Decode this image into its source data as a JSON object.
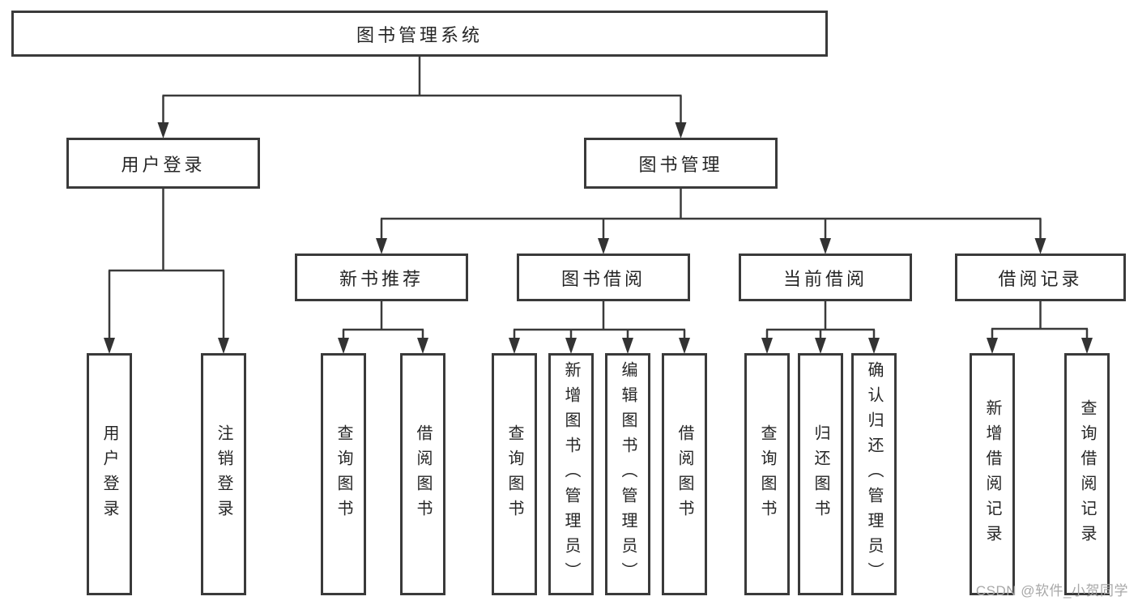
{
  "diagram": {
    "kind": "hierarchy-tree",
    "root_id": "root"
  },
  "colors": {
    "line": "#3a3a3a",
    "arrow_fill": "#333333",
    "box_border": "#3a3a3a",
    "box_background": "#ffffff",
    "text": "#262626",
    "watermark": "#a8a8a8",
    "page_background": "#ffffff"
  },
  "nodes": [
    {
      "id": "root",
      "label": "图书管理系统"
    },
    {
      "id": "user-login",
      "label": "用户登录"
    },
    {
      "id": "book-mgmt",
      "label": "图书管理"
    },
    {
      "id": "new-rec",
      "label": "新书推荐"
    },
    {
      "id": "book-borrow",
      "label": "图书借阅"
    },
    {
      "id": "curr-borrow",
      "label": "当前借阅"
    },
    {
      "id": "borrow-rec",
      "label": "借阅记录"
    },
    {
      "id": "leaf-login",
      "label": "用户登录"
    },
    {
      "id": "leaf-logout",
      "label": "注销登录"
    },
    {
      "id": "leaf-nr-query",
      "label": "查询图书"
    },
    {
      "id": "leaf-nr-borrow",
      "label": "借阅图书"
    },
    {
      "id": "leaf-bb-query",
      "label": "查询图书"
    },
    {
      "id": "leaf-bb-add",
      "label": "新增图书（管理员）"
    },
    {
      "id": "leaf-bb-edit",
      "label": "编辑图书（管理员）"
    },
    {
      "id": "leaf-bb-borrow",
      "label": "借阅图书"
    },
    {
      "id": "leaf-cb-query",
      "label": "查询图书"
    },
    {
      "id": "leaf-cb-return",
      "label": "归还图书"
    },
    {
      "id": "leaf-cb-confirm",
      "label": "确认归还（管理员）"
    },
    {
      "id": "leaf-br-add",
      "label": "新增借阅记录"
    },
    {
      "id": "leaf-br-query",
      "label": "查询借阅记录"
    }
  ],
  "edges": [
    {
      "from": "root",
      "to": [
        "user-login",
        "book-mgmt"
      ]
    },
    {
      "from": "book-mgmt",
      "to": [
        "new-rec",
        "book-borrow",
        "curr-borrow",
        "borrow-rec"
      ]
    },
    {
      "from": "user-login",
      "to": [
        "leaf-login",
        "leaf-logout"
      ]
    },
    {
      "from": "new-rec",
      "to": [
        "leaf-nr-query",
        "leaf-nr-borrow"
      ]
    },
    {
      "from": "book-borrow",
      "to": [
        "leaf-bb-query",
        "leaf-bb-add",
        "leaf-bb-edit",
        "leaf-bb-borrow"
      ]
    },
    {
      "from": "curr-borrow",
      "to": [
        "leaf-cb-query",
        "leaf-cb-return",
        "leaf-cb-confirm"
      ]
    },
    {
      "from": "borrow-rec",
      "to": [
        "leaf-br-add",
        "leaf-br-query"
      ]
    }
  ],
  "watermark": {
    "text": "CSDN @软件_小贺同学"
  }
}
